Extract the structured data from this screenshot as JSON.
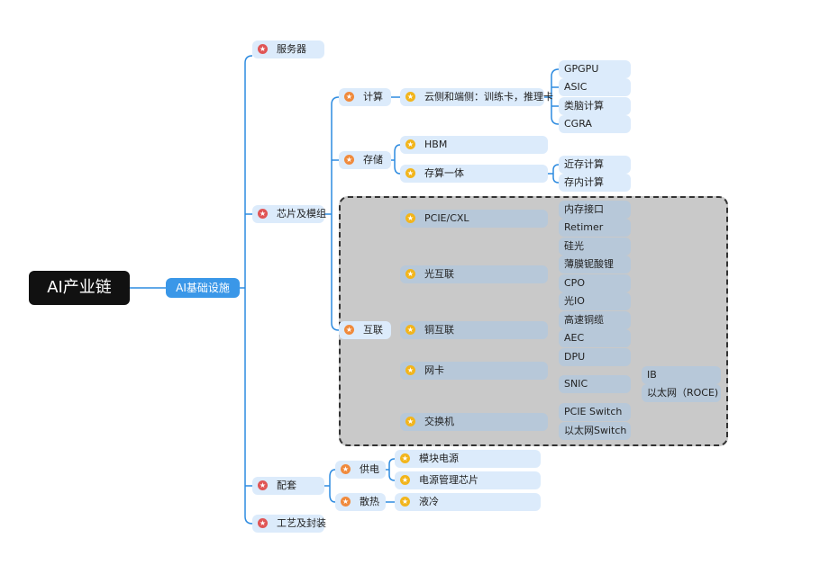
{
  "root": "AI产业链",
  "level1": "AI基础设施",
  "nodes": {
    "server": "服务器",
    "chip": "芯片及模组",
    "support": "配套",
    "process": "工艺及封装",
    "compute": "计算",
    "storage": "存储",
    "interconnect": "互联",
    "cloud_edge": "云侧和端侧：训练卡，推理卡",
    "gpgpu": "GPGPU",
    "asic": "ASIC",
    "neuromorphic": "类脑计算",
    "cgra": "CGRA",
    "hbm": "HBM",
    "pim": "存算一体",
    "near_mem": "近存计算",
    "in_mem": "存内计算",
    "pcie_cxl": "PCIE/CXL",
    "mem_if": "内存接口",
    "retimer": "Retimer",
    "optical": "光互联",
    "sipho": "硅光",
    "tfln": "薄膜铌酸锂",
    "cpo": "CPO",
    "optio": "光IO",
    "copper": "铜互联",
    "hs_cable": "高速铜缆",
    "aec": "AEC",
    "nic": "网卡",
    "dpu": "DPU",
    "snic": "SNIC",
    "ib": "IB",
    "roce": "以太网（ROCE)",
    "switch": "交换机",
    "pcie_switch": "PCIE Switch",
    "eth_switch": "以太网Switch",
    "power": "供电",
    "module_power": "模块电源",
    "pmic": "电源管理芯片",
    "cooling": "散热",
    "liquid": "液冷"
  },
  "colors": {
    "line": "#2d8be0",
    "node_bg": "#dcebfb",
    "highlight_bg": "#c9c9c9",
    "root_bg": "#111111",
    "level1_bg": "#3a97e8"
  }
}
